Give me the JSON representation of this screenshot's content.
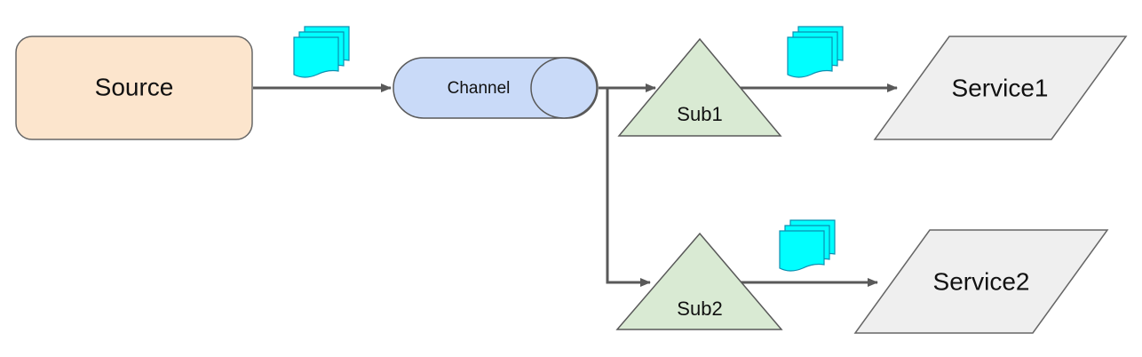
{
  "nodes": {
    "source": {
      "label": "Source",
      "fill": "#fce5cd",
      "stroke": "#666666"
    },
    "channel": {
      "label": "Channel",
      "fill": "#c9daf8",
      "stroke": "#595959"
    },
    "sub1": {
      "label": "Sub1",
      "fill": "#d9ead3",
      "stroke": "#595959"
    },
    "sub2": {
      "label": "Sub2",
      "fill": "#d9ead3",
      "stroke": "#595959"
    },
    "service1": {
      "label": "Service1",
      "fill": "#efefef",
      "stroke": "#666666"
    },
    "service2": {
      "label": "Service2",
      "fill": "#efefef",
      "stroke": "#666666"
    }
  },
  "connectors": {
    "color": "#595959",
    "edges": [
      {
        "from": "source",
        "to": "channel"
      },
      {
        "from": "channel",
        "to": "sub1"
      },
      {
        "from": "channel",
        "to": "sub2"
      },
      {
        "from": "sub1",
        "to": "service1"
      },
      {
        "from": "sub2",
        "to": "service2"
      }
    ]
  },
  "event_icons": {
    "name": "document-stack-icon",
    "fill": "#00ffff",
    "stroke": "#0b8fb0",
    "count": 3
  }
}
